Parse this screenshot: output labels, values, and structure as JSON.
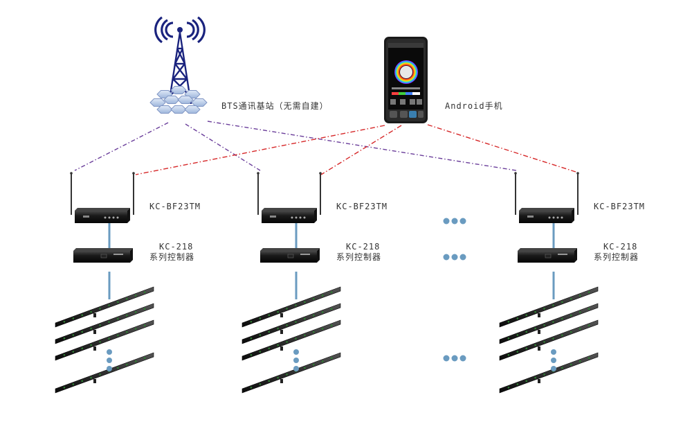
{
  "labels": {
    "bts": "BTS通讯基站（无需自建）",
    "android": "Android手机",
    "receiver": "KC-BF23TM",
    "controller_model": "KC-218",
    "controller_series": "系列控制器"
  },
  "groups": [
    {
      "receiver": "KC-BF23TM",
      "controller_model": "KC-218",
      "controller_series": "系列控制器"
    },
    {
      "receiver": "KC-BF23TM",
      "controller_model": "KC-218",
      "controller_series": "系列控制器"
    },
    {
      "receiver": "KC-BF23TM",
      "controller_model": "KC-218",
      "controller_series": "系列控制器"
    }
  ],
  "colors": {
    "bts_link": "#6a3d9a",
    "phone_link": "#d62728",
    "cable": "#6a9bc0",
    "ellipsis": "#6a9bc0",
    "tower": "#1a237e"
  },
  "icons": {
    "tower": "cell-tower-icon",
    "phone": "smartphone-icon",
    "receiver": "gsm-receiver-icon",
    "controller": "led-controller-icon",
    "light_bar": "led-light-bar-icon"
  }
}
